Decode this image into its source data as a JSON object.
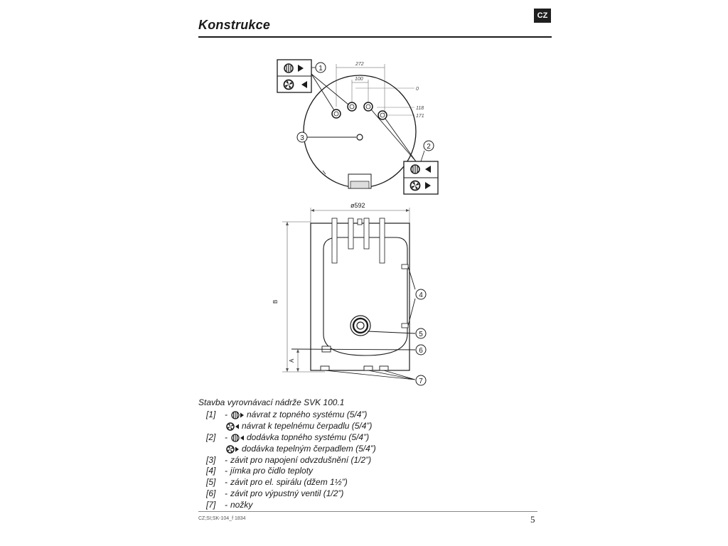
{
  "header": {
    "title": "Konstrukce",
    "lang": "CZ"
  },
  "top_view": {
    "dims": [
      "272",
      "100",
      "0",
      "118",
      "171"
    ],
    "callouts": [
      "1",
      "2",
      "3"
    ]
  },
  "side_view": {
    "diameter": "ø592",
    "dim_b": "B",
    "dim_a": "A",
    "callouts": [
      "4",
      "5",
      "6",
      "7"
    ]
  },
  "legend": {
    "caption": "Stavba vyrovnávací nádrže  SVK 100.1",
    "items": [
      {
        "ref": "[1]",
        "dash": "-",
        "sym": "coil-right",
        "text": "návrat z topného systému (5/4”)"
      },
      {
        "ref": "",
        "dash": "",
        "sym": "pump-left",
        "text": "návrat k tepelnému čerpadlu (5/4”)"
      },
      {
        "ref": "[2]",
        "dash": "-",
        "sym": "coil-left",
        "text": "dodávka topného systému (5/4”)"
      },
      {
        "ref": "",
        "dash": "",
        "sym": "pump-right",
        "text": "dodávka tepelným čerpadlem (5/4”)"
      },
      {
        "ref": "[3]",
        "dash": "-",
        "sym": "",
        "text": "závit pro napojení odvzdušnění (1/2”)"
      },
      {
        "ref": "[4]",
        "dash": "-",
        "sym": "",
        "text": "jímka pro čidlo teploty"
      },
      {
        "ref": "[5]",
        "dash": "-",
        "sym": "",
        "text": "závit pro el. spirálu  (džem 1½”)"
      },
      {
        "ref": "[6]",
        "dash": "-",
        "sym": "",
        "text": "závit pro výpustný ventil (1/2”)"
      },
      {
        "ref": "[7]",
        "dash": "-",
        "sym": "",
        "text": "nožky"
      }
    ]
  },
  "footer": {
    "doc_code": "CZ;SI;SK-104_f 1834",
    "page": "5"
  }
}
